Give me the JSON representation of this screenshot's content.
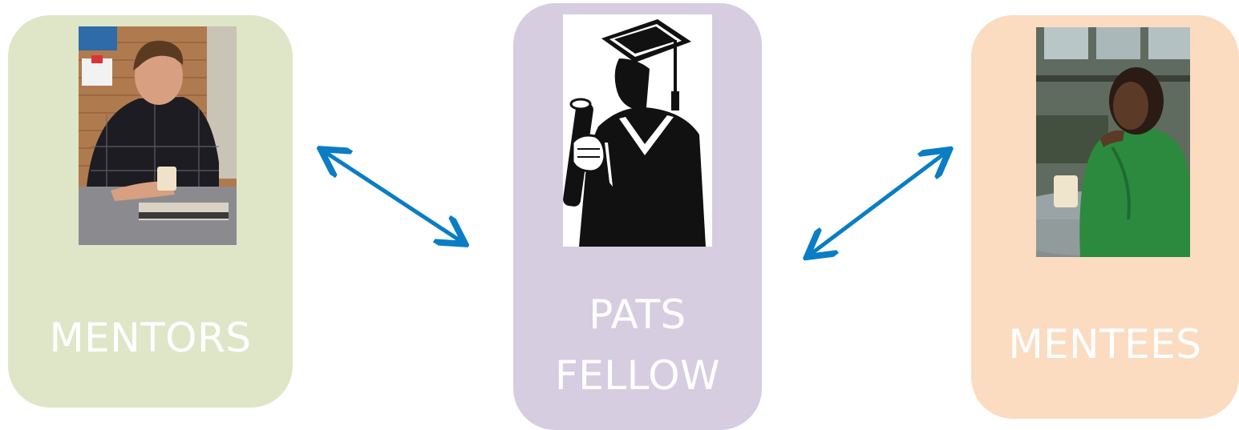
{
  "cards": {
    "mentors": {
      "label": "MENTORS",
      "color": "#dfe6c8",
      "image": "person-at-table-photo"
    },
    "fellow": {
      "label_line1": "PATS",
      "label_line2": "FELLOW",
      "color": "#d6cde1",
      "image": "graduate-silhouette-icon"
    },
    "mentees": {
      "label": "MENTEES",
      "color": "#fbdcc1",
      "image": "person-at-table-photo"
    }
  },
  "connectors": {
    "style": "double-headed-arrow",
    "color": "#0a7dc5"
  }
}
